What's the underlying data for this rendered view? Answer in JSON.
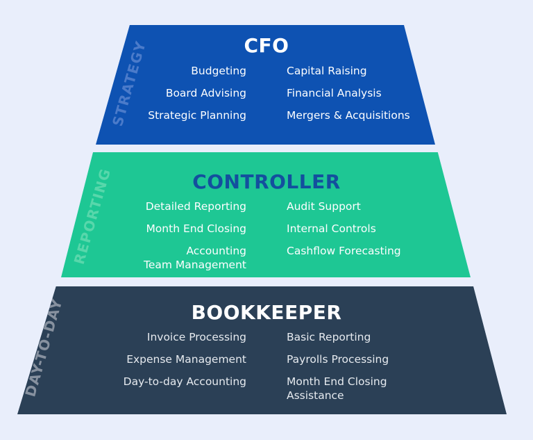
{
  "background_color": "#e9eefb",
  "sections": [
    {
      "id": "cfo",
      "side_label": "STRATEGY",
      "title": "CFO",
      "band_color": "#0e52b2",
      "title_color": "#ffffff",
      "side_label_color": "#4b7bca",
      "left_items": [
        "Budgeting",
        "Board Advising",
        "Strategic Planning"
      ],
      "right_items": [
        "Capital Raising",
        "Financial Analysis",
        "Mergers & Acquisitions"
      ]
    },
    {
      "id": "controller",
      "side_label": "REPORTING",
      "title": "CONTROLLER",
      "band_color": "#1ec794",
      "title_color": "#134f9e",
      "side_label_color": "#58d7ab",
      "left_items": [
        "Detailed Reporting",
        "Month End Closing",
        "Accounting\nTeam Management"
      ],
      "right_items": [
        "Audit Support",
        "Internal Controls",
        "Cashflow Forecasting"
      ]
    },
    {
      "id": "bookkeeper",
      "side_label": "DAY-TO-DAY",
      "title": "BOOKKEEPER",
      "band_color": "#2b4056",
      "title_color": "#ffffff",
      "side_label_color": "#87919f",
      "left_items": [
        "Invoice Processing",
        "Expense Management",
        "Day-to-day Accounting"
      ],
      "right_items": [
        "Basic Reporting",
        "Payrolls Processing",
        "Month End Closing Assistance"
      ]
    }
  ]
}
